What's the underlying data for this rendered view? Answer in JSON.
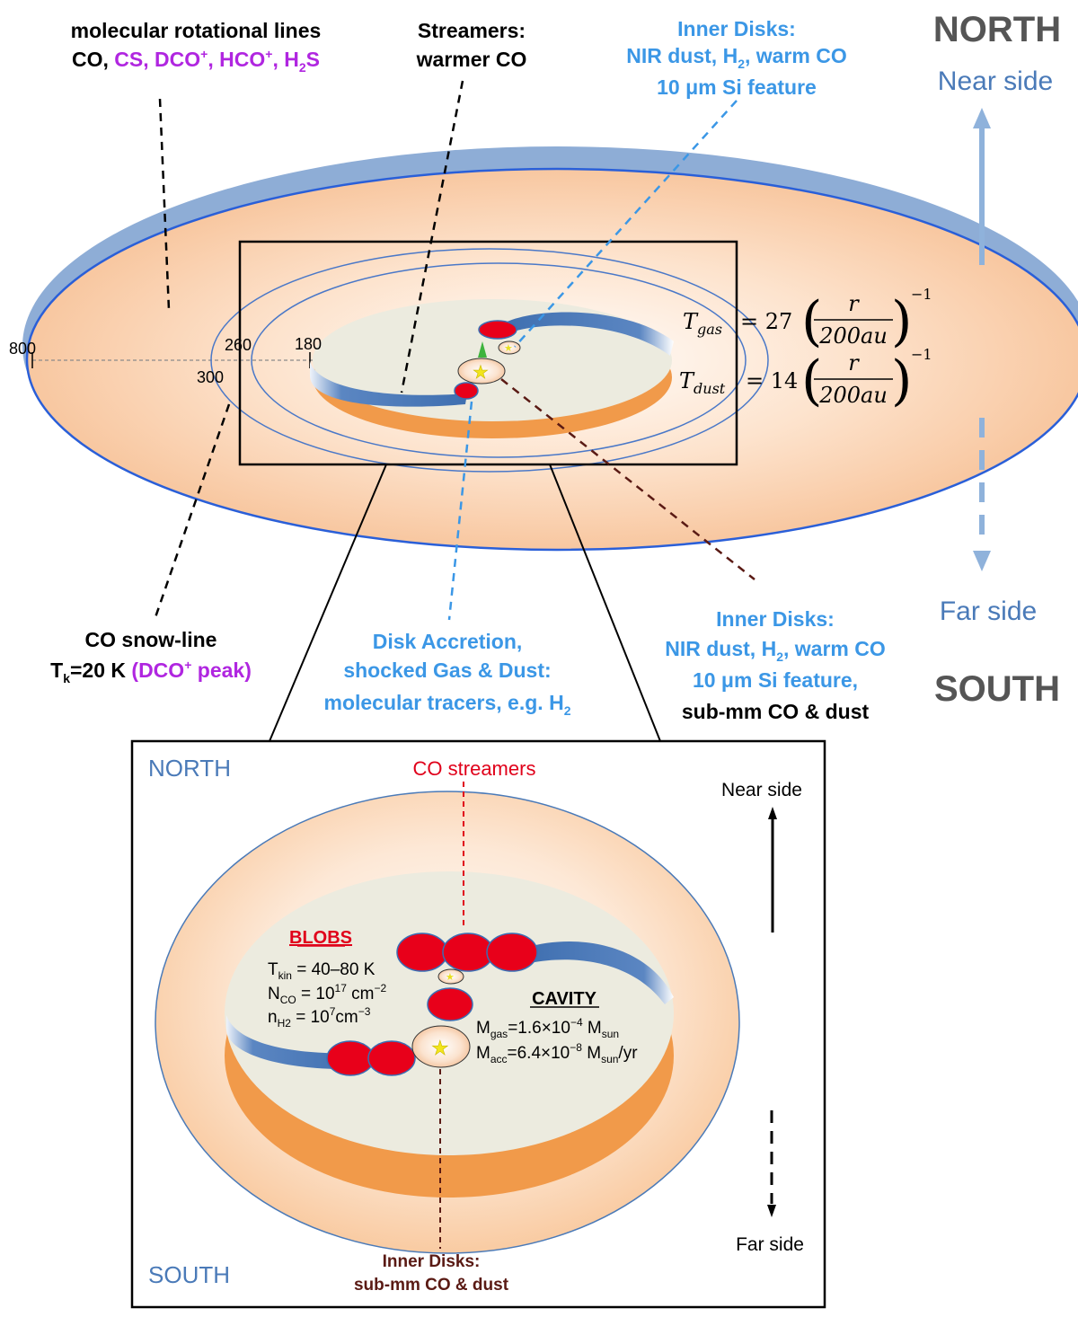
{
  "colors": {
    "blue_text": "#3b97e6",
    "purple": "#b026e0",
    "steel_blue": "#4a7ab8",
    "disk_blue": "#8fb0d8",
    "disk_outline": "#2a5fd8",
    "peach": "#f9cda6",
    "orange_rim": "#f19a4a",
    "cavity": "#ecebdf",
    "red_blob": "#e8001a",
    "dark_red_line": "#5a1a14",
    "arrow_blue": "#8fb2db",
    "gray_heading": "#555555"
  },
  "top": {
    "label_molecular": {
      "line1": "molecular rotational lines",
      "co": "CO, ",
      "cs": "CS, ",
      "dco": "DCO",
      "dco_sup": "+",
      "comma1": ", ",
      "hco": "HCO",
      "hco_sup": "+",
      "comma2": ", ",
      "h2s_h": "H",
      "h2s_sub": "2",
      "h2s_s": "S"
    },
    "label_streamers": {
      "line1": "Streamers:",
      "line2": "warmer CO"
    },
    "label_inner_top": {
      "line1": "Inner Disks:",
      "line2a": "NIR dust, H",
      "line2_sub": "2",
      "line2b": ", warm CO",
      "line3": "10 μm Si feature"
    },
    "north": "NORTH",
    "near_side": "Near side",
    "far_side": "Far side",
    "south": "SOUTH",
    "radius_800": "800",
    "radius_260": "260",
    "radius_300": "300",
    "radius_180": "180",
    "eq_gas": {
      "T": "T",
      "sub": "gas",
      "coef": "= 27",
      "num": "r",
      "den": "200au",
      "exp": "−1"
    },
    "eq_dust": {
      "T": "T",
      "sub": "dust",
      "coef": "= 14",
      "num": "r",
      "den": "200au",
      "exp": "−1"
    },
    "label_snowline": {
      "line1": "CO snow-line",
      "line2a": "T",
      "line2_sub": "k",
      "line2b": "=20 K ",
      "line2c": "(DCO",
      "line2c_sup": "+",
      "line2d": " peak)"
    },
    "label_accretion": {
      "line1": "Disk Accretion,",
      "line2": "shocked Gas & Dust:",
      "line3a": "molecular tracers, e.g. H",
      "line3_sub": "2"
    },
    "label_inner_bottom": {
      "line1": "Inner Disks:",
      "line2a": "NIR dust, H",
      "line2_sub": "2",
      "line2b": ", warm CO",
      "line3": "10 μm Si feature,",
      "line4": "sub-mm CO & dust"
    }
  },
  "inset": {
    "north": "NORTH",
    "south": "SOUTH",
    "co_streamers": "CO streamers",
    "near_side": "Near side",
    "far_side": "Far side",
    "blobs_title": "BLOBS",
    "tkin_a": "T",
    "tkin_sub": "kin",
    "tkin_b": " =  40–80 K",
    "nco_a": "N",
    "nco_sub": "CO",
    "nco_b": " =  10",
    "nco_sup": "17",
    "nco_c": " cm",
    "nco_sup2": "−2",
    "nh2_a": "n",
    "nh2_sub": "H2",
    "nh2_b": " = 10",
    "nh2_sup": "7",
    "nh2_c": "cm",
    "nh2_sup2": "−3",
    "cavity_title": "CAVITY",
    "mgas_a": "M",
    "mgas_sub": "gas",
    "mgas_b": "=1.6×10",
    "mgas_sup": "−4",
    "mgas_c": " M",
    "mgas_sub2": "sun",
    "macc_a": "M",
    "macc_sub": "acc",
    "macc_b": "=6.4×10",
    "macc_sup": "−8",
    "macc_c": " M",
    "macc_sub2": "sun",
    "macc_d": "/yr",
    "inner_line1": "Inner Disks:",
    "inner_line2": "sub-mm CO & dust"
  }
}
